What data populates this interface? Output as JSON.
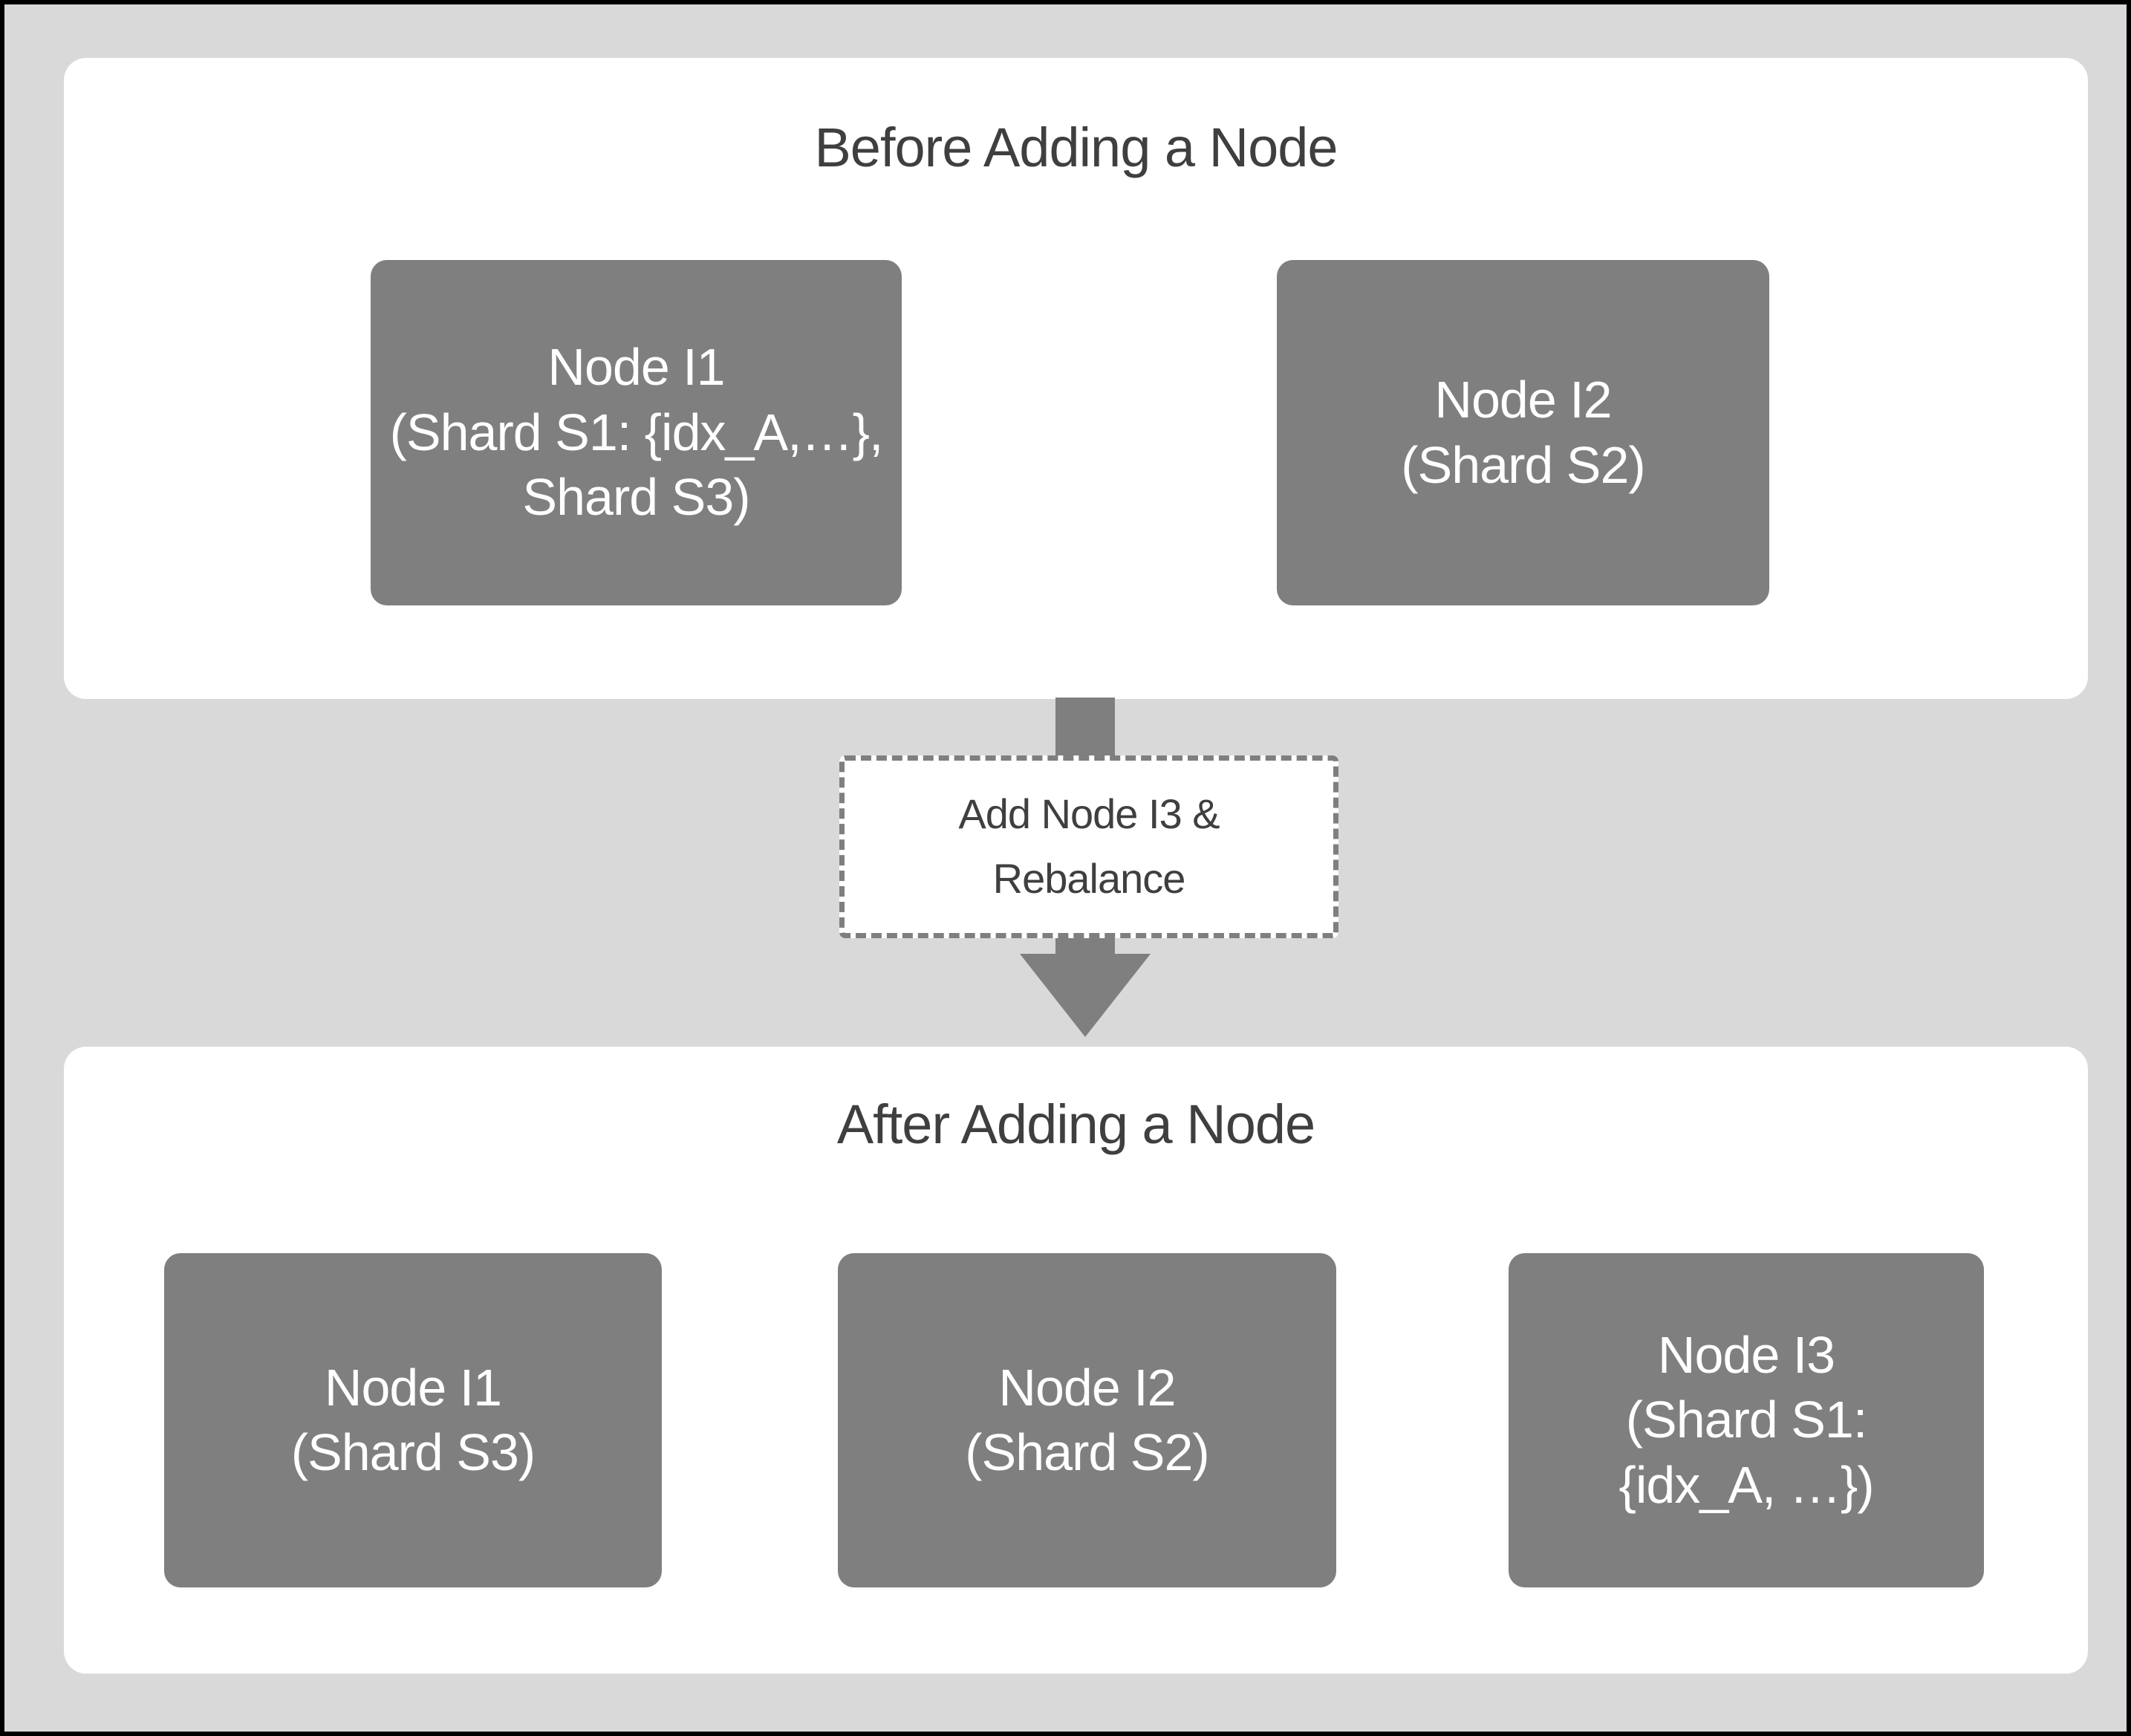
{
  "before": {
    "title": "Before Adding a Node",
    "nodes": [
      {
        "lines": [
          "Node I1",
          "(Shard S1: {idx_A,…},",
          "Shard S3)"
        ]
      },
      {
        "lines": [
          "Node I2",
          "(Shard S2)"
        ]
      }
    ]
  },
  "transition": {
    "lines": [
      "Add Node I3 &",
      "Rebalance"
    ]
  },
  "after": {
    "title": "After Adding a Node",
    "nodes": [
      {
        "lines": [
          "Node I1",
          "(Shard S3)"
        ]
      },
      {
        "lines": [
          "Node I2",
          "(Shard S2)"
        ]
      },
      {
        "lines": [
          "Node I3",
          "(Shard S1:",
          "{idx_A, …})"
        ]
      }
    ]
  },
  "colors": {
    "background": "#d9d9d9",
    "outer_border": "#000000",
    "panel": "#ffffff",
    "node_fill": "#7f7f7f",
    "node_text": "#ffffff",
    "heading_text": "#3f3f3f",
    "arrow": "#7f7f7f",
    "dashed_border": "#7f7f7f"
  }
}
